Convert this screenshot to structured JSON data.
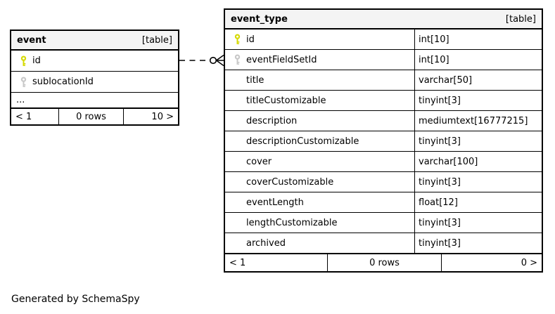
{
  "page": {
    "background": "#ffffff",
    "footer_note": "Generated by SchemaSpy"
  },
  "colors": {
    "border": "#000000",
    "header_bg": "#f4f4f4",
    "primary_key": "#d6da00",
    "foreign_key": "#c8c8c8"
  },
  "tables": [
    {
      "name": "event",
      "badge": "[table]",
      "columns": [
        {
          "name": "id",
          "type": "",
          "key": "primary"
        },
        {
          "name": "sublocationId",
          "type": "",
          "key": "foreign"
        },
        {
          "name": "...",
          "type": "",
          "key": "none",
          "ellipsis": true
        }
      ],
      "pager": {
        "prev": "< 1",
        "rows": "0 rows",
        "next": "10 >"
      }
    },
    {
      "name": "event_type",
      "badge": "[table]",
      "columns": [
        {
          "name": "id",
          "type": "int[10]",
          "key": "primary"
        },
        {
          "name": "eventFieldSetId",
          "type": "int[10]",
          "key": "foreign"
        },
        {
          "name": "title",
          "type": "varchar[50]",
          "key": "none"
        },
        {
          "name": "titleCustomizable",
          "type": "tinyint[3]",
          "key": "none"
        },
        {
          "name": "description",
          "type": "mediumtext[16777215]",
          "key": "none"
        },
        {
          "name": "descriptionCustomizable",
          "type": "tinyint[3]",
          "key": "none"
        },
        {
          "name": "cover",
          "type": "varchar[100]",
          "key": "none"
        },
        {
          "name": "coverCustomizable",
          "type": "tinyint[3]",
          "key": "none"
        },
        {
          "name": "eventLength",
          "type": "float[12]",
          "key": "none"
        },
        {
          "name": "lengthCustomizable",
          "type": "tinyint[3]",
          "key": "none"
        },
        {
          "name": "archived",
          "type": "tinyint[3]",
          "key": "none"
        }
      ],
      "pager": {
        "prev": "< 1",
        "rows": "0 rows",
        "next": "0 >"
      }
    }
  ],
  "relationship": {
    "from_table": "event",
    "from_column": "id",
    "to_table": "event_type",
    "to_column": "eventFieldSetId",
    "line_style": "dashed",
    "end_marker": "circle-and-crows-foot"
  }
}
